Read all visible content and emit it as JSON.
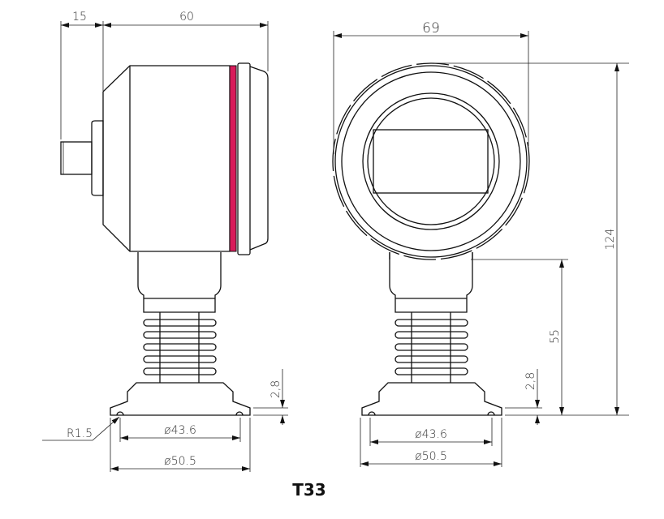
{
  "title": "T33",
  "side_view": {
    "dim_connector": "15",
    "dim_body": "60",
    "dim_flange_thickness": "2,8",
    "dim_radius": "R1.5",
    "dim_inner_dia": "ø43.6",
    "dim_outer_dia": "ø50.5"
  },
  "front_view": {
    "dim_width": "69",
    "dim_total_height": "124",
    "dim_lower_height": "55",
    "dim_flange_thickness": "2,8",
    "dim_inner_dia": "ø43.6",
    "dim_outer_dia": "ø50.5"
  },
  "colors": {
    "seal_band": "#d81b5a"
  }
}
